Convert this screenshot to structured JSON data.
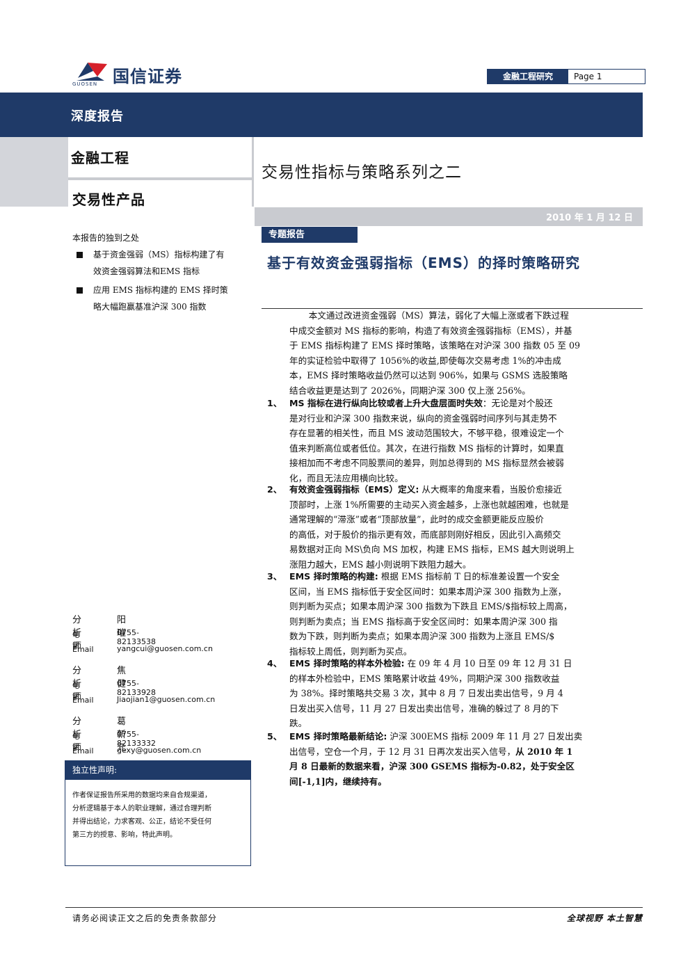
{
  "header": {
    "brand_name": "国信证券",
    "brand_en": "GUOSEN",
    "category": "金融工程研究",
    "page_label": "Page 1"
  },
  "band": {
    "report_type": "深度报告"
  },
  "leftbox": {
    "field": "金融工程",
    "product": "交易性产品"
  },
  "series_title": "交易性指标与策略系列之二",
  "date": "2010 年 1 月 12 日",
  "highlights": {
    "heading": "本报告的独到之处",
    "items": [
      {
        "lines": [
          "基于资金强弱（MS）指标构建了有",
          "效资金强弱算法和EMS 指标"
        ]
      },
      {
        "lines": [
          "应用 EMS 指标构建的 EMS 择时策",
          "略大幅跑赢基准沪深 300 指数"
        ]
      }
    ]
  },
  "analysts": [
    {
      "role": "分析师",
      "name": "阳璀",
      "tel_label": "电话",
      "tel": "0755-82133538",
      "email_label": "Email",
      "email": "yangcui@guosen.com.cn"
    },
    {
      "role": "分析师",
      "name": "焦健",
      "tel_label": "电话",
      "tel": "0755-82133928",
      "email_label": "Email",
      "email": "Jiaojian1@guosen.com.cn"
    },
    {
      "role": "分析师",
      "name": "葛新元",
      "tel_label": "电话",
      "tel": "0755-82133332",
      "email_label": "Email",
      "email": "gexy@guosen.com.cn"
    }
  ],
  "independence": {
    "heading": "独立性声明:",
    "lines": [
      "作者保证报告所采用的数据均来自合规渠道，",
      "分析逻辑基于本人的职业理解，通过合理判断",
      "并得出结论，力求客观、公正，结论不受任何",
      "第三方的授意、影响，特此声明。"
    ]
  },
  "report": {
    "tag": "专题报告",
    "title": "基于有效资金强弱指标（EMS）的择时策略研究",
    "abstract_lines": [
      "本文通过改进资金强弱（MS）算法，弱化了大幅上涨或者下跌过程",
      "中成交金额对 MS 指标的影响，构造了有效资金强弱指标（EMS），并基",
      "于 EMS 指标构建了 EMS 择时策略，该策略在对沪深 300 指数 05 至 09",
      "年的实证检验中取得了 1056%的收益,即使每次交易考虑 1%的冲击成",
      "本，EMS 择时策略收益仍然可以达到 906%，如果与 GSMS 选股策略",
      "结合收益更是达到了 2026%，同期沪深 300 仅上涨 256%。"
    ],
    "items": [
      {
        "num": "1、",
        "head": "MS 指标在进行纵向比较或者上升大盘层面时失效",
        "lines": [
          "：无论是对个股还",
          "是对行业和沪深 300 指数来说，纵向的资金强弱时间序列与其走势不",
          "存在显著的相关性，而且 MS 波动范围较大，不够平稳，很难设定一个",
          "值来判断高位或者低位。其次，在进行指数 MS 指标的计算时，如果直",
          "接相加而不考虑不同股票间的差异，则加总得到的 MS 指标显然会被弱",
          "化，而且无法应用横向比较。"
        ]
      },
      {
        "num": "2、",
        "head": "有效资金强弱指标（EMS）定义:",
        "lines": [
          " 从大概率的角度来看，当股价愈接近",
          "顶部时，上涨 1%所需要的主动买入资金越多，上涨也就越困难，也就是",
          "通常理解的“滞涨”或者“顶部放量”，此时的成交金额更能反应股价",
          "的高低，对于股价的指示更有效，而底部则刚好相反，因此引入高频交",
          "易数据对正向 MS\\负向 MS 加权，构建 EMS 指标，EMS 越大则说明上",
          "涨阻力越大，EMS 越小则说明下跌阻力越大。"
        ]
      },
      {
        "num": "3、",
        "head": "EMS 择时策略的构建:",
        "lines": [
          " 根据 EMS 指标前 T 日的标准差设置一个安全",
          "区间，当 EMS 指标低于安全区间时：如果本周沪深 300 指数为上涨，",
          "则判断为买点；如果本周沪深 300 指数为下跌且 EMS/$指标较上周高，",
          "则判断为卖点；当 EMS 指标高于安全区间时：如果本周沪深 300 指",
          "数为下跌，则判断为卖点；如果本周沪深 300 指数为上涨且 EMS/$",
          "指标较上周低，则判断为买点。"
        ]
      },
      {
        "num": "4、",
        "head": "EMS 择时策略的样本外检验:",
        "lines": [
          " 在 09 年 4 月 10 日至 09 年 12 月 31 日",
          "的样本外检验中，EMS 策略累计收益 49%，同期沪深 300 指数收益",
          "为 38%。择时策略共交易 3 次，其中 8 月 7 日发出卖出信号，9 月 4",
          "日发出买入信号，11 月 27 日发出卖出信号，准确的躲过了 8 月的下",
          "跌。"
        ]
      },
      {
        "num": "5、",
        "head": "EMS 择时策略最新结论:",
        "first_plain": " 沪深 300EMS 指标 2009 年 11 月 27 日发出卖",
        "line2_plain": "出信号，空仓一个月，于 12 月 31 日再次发出买入信号，",
        "line2_bold": "从 2010 年 1",
        "bold_lines": [
          "月 8 日最新的数据来看，沪深 300 GSEMS 指标为-0.82，处于安全区",
          "间[-1,1]内，继续持有。"
        ]
      }
    ]
  },
  "footer": {
    "left": "请务必阅读正文之后的免责条款部分",
    "right": "全球视野  本土智慧"
  },
  "colors": {
    "navy": "#1f3a68",
    "gray": "#c9cbd0",
    "logo_red": "#d6202a"
  }
}
